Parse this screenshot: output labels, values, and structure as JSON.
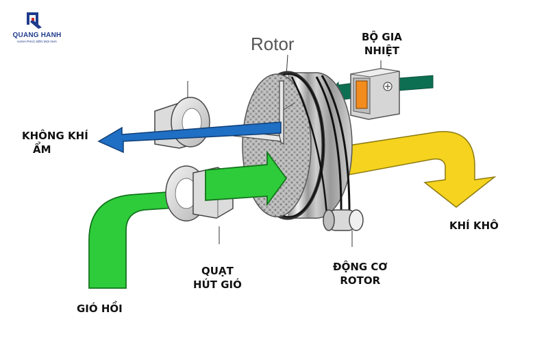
{
  "logo": {
    "brand": "QUANG HANH",
    "tagline": "HẠNH PHÚC ĐẾN MỌI NHÀ"
  },
  "title": "Rotor",
  "labels": {
    "heater_line1": "BỘ GIA",
    "heater_line2": "NHIỆT",
    "humid_air_line1": "KHÔNG KHÍ",
    "humid_air_line2": "ẨM",
    "dry_air": "KHÍ KHÔ",
    "fan_line1": "QUẠT",
    "fan_line2": "HÚT GIÓ",
    "motor_line1": "ĐỘNG CƠ",
    "motor_line2": "ROTOR",
    "return_air": "GIÓ HỒI"
  },
  "colors": {
    "green_flow": "#2ecc3a",
    "blue_flow": "#1f6fc4",
    "yellow_flow": "#f5d31e",
    "teal_flow": "#0d6f52",
    "heater_body": "#f28c1e",
    "logo_blue": "#1f3b8c",
    "logo_red": "#d62828"
  }
}
